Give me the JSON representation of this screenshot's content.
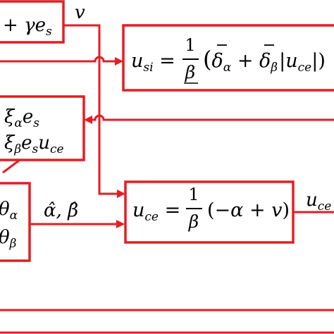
{
  "colors": {
    "line": "#e31e24",
    "text": "#000000",
    "background": "#ffffff"
  },
  "blocks": {
    "top_left_partial": {
      "plus": "+ ",
      "gamma_e": "γe",
      "sub_s": "s"
    },
    "adaptive_law": {
      "row1_xi": "ξ",
      "row1_sub": "α",
      "row1_e": "e",
      "row1_e_sub": "s",
      "row2_xi": "ξ",
      "row2_sub": "β",
      "row2_e": "e",
      "row2_e_sub": "s",
      "row2_u": "u",
      "row2_u_sub": "ce"
    },
    "theta_block": {
      "row1_theta": "θ",
      "row1_sub": "α",
      "row2_theta": "θ",
      "row2_sub": "β"
    },
    "usi_block": {
      "lhs": "u",
      "lhs_sub": "si",
      "equals": " = ",
      "frac_num": "1",
      "frac_den": "β",
      "lparen": "(",
      "delta1": "δ",
      "delta1_sub": "α",
      "plus": " + ",
      "delta2": "δ",
      "delta2_sub": "β",
      "abs_open": "|",
      "abs_u": "u",
      "abs_u_sub": "ce",
      "abs_close": "|)"
    },
    "uce_block": {
      "lhs": "u",
      "lhs_sub": "ce",
      "equals": " = ",
      "frac_num": "1",
      "frac_den": "β",
      "expr_open": "(−",
      "alpha": "α",
      "plus": " + ",
      "v": "v",
      "expr_close": ")"
    }
  },
  "signals": {
    "v": "v",
    "alpha_beta_hat": "α̂, β̂",
    "uce_out": "u",
    "uce_out_sub": "ce"
  }
}
